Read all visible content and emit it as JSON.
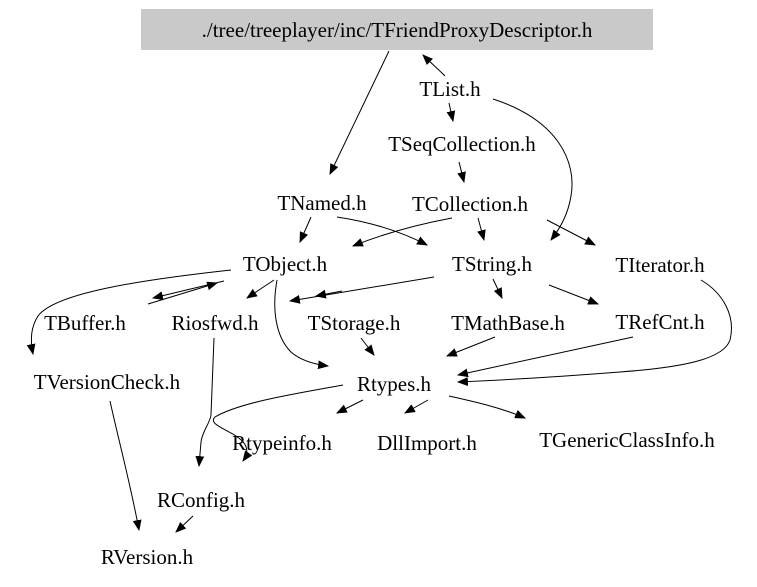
{
  "graph": {
    "type": "include-dependency-graph",
    "root": {
      "label": "./tree/treeplayer/inc/TFriendProxyDescriptor.h"
    },
    "nodes": [
      {
        "id": "tlist",
        "label": "TList.h"
      },
      {
        "id": "tseqcollection",
        "label": "TSeqCollection.h"
      },
      {
        "id": "tnamed",
        "label": "TNamed.h"
      },
      {
        "id": "tcollection",
        "label": "TCollection.h"
      },
      {
        "id": "tobject",
        "label": "TObject.h"
      },
      {
        "id": "tstring",
        "label": "TString.h"
      },
      {
        "id": "titerator",
        "label": "TIterator.h"
      },
      {
        "id": "tbuffer",
        "label": "TBuffer.h"
      },
      {
        "id": "riosfwd",
        "label": "Riosfwd.h"
      },
      {
        "id": "tstorage",
        "label": "TStorage.h"
      },
      {
        "id": "tmathbase",
        "label": "TMathBase.h"
      },
      {
        "id": "trefcnt",
        "label": "TRefCnt.h"
      },
      {
        "id": "tversioncheck",
        "label": "TVersionCheck.h"
      },
      {
        "id": "rtypes",
        "label": "Rtypes.h"
      },
      {
        "id": "rtypeinfo",
        "label": "Rtypeinfo.h"
      },
      {
        "id": "dllimport",
        "label": "DllImport.h"
      },
      {
        "id": "tgenericclassinfo",
        "label": "TGenericClassInfo.h"
      },
      {
        "id": "rconfig",
        "label": "RConfig.h"
      },
      {
        "id": "rversion",
        "label": "RVersion.h"
      }
    ],
    "edges": [
      {
        "from": "TList.h",
        "to": "./tree/treeplayer/inc/TFriendProxyDescriptor.h"
      },
      {
        "from": "./tree/treeplayer/inc/TFriendProxyDescriptor.h",
        "to": "TNamed.h"
      },
      {
        "from": "TList.h",
        "to": "TSeqCollection.h"
      },
      {
        "from": "TList.h",
        "to": "TString.h"
      },
      {
        "from": "TSeqCollection.h",
        "to": "TCollection.h"
      },
      {
        "from": "TNamed.h",
        "to": "TObject.h"
      },
      {
        "from": "TNamed.h",
        "to": "TString.h"
      },
      {
        "from": "TCollection.h",
        "to": "TObject.h"
      },
      {
        "from": "TCollection.h",
        "to": "TString.h"
      },
      {
        "from": "TCollection.h",
        "to": "TIterator.h"
      },
      {
        "from": "TObject.h",
        "to": "TBuffer.h"
      },
      {
        "from": "TBuffer.h",
        "to": "TObject.h"
      },
      {
        "from": "TObject.h",
        "to": "Riosfwd.h"
      },
      {
        "from": "TObject.h",
        "to": "TVersionCheck.h"
      },
      {
        "from": "TObject.h",
        "to": "Rtypes.h"
      },
      {
        "from": "TString.h",
        "to": "Riosfwd.h"
      },
      {
        "from": "TString.h",
        "to": "TStorage.h"
      },
      {
        "from": "TString.h",
        "to": "TMathBase.h"
      },
      {
        "from": "TString.h",
        "to": "TRefCnt.h"
      },
      {
        "from": "TStorage.h",
        "to": "Rtypes.h"
      },
      {
        "from": "TMathBase.h",
        "to": "Rtypes.h"
      },
      {
        "from": "TRefCnt.h",
        "to": "Rtypes.h"
      },
      {
        "from": "TIterator.h",
        "to": "Rtypes.h"
      },
      {
        "from": "Rtypes.h",
        "to": "Rtypeinfo.h"
      },
      {
        "from": "Rtypes.h",
        "to": "DllImport.h"
      },
      {
        "from": "Rtypes.h",
        "to": "TGenericClassInfo.h"
      },
      {
        "from": "Rtypes.h",
        "to": "RConfig.h"
      },
      {
        "from": "Riosfwd.h",
        "to": "RConfig.h"
      },
      {
        "from": "TVersionCheck.h",
        "to": "RVersion.h"
      },
      {
        "from": "RConfig.h",
        "to": "RVersion.h"
      }
    ],
    "colors": {
      "background": "#ffffff",
      "text": "#000000",
      "edge": "#000000",
      "root_fill": "#c9c9c9"
    }
  }
}
